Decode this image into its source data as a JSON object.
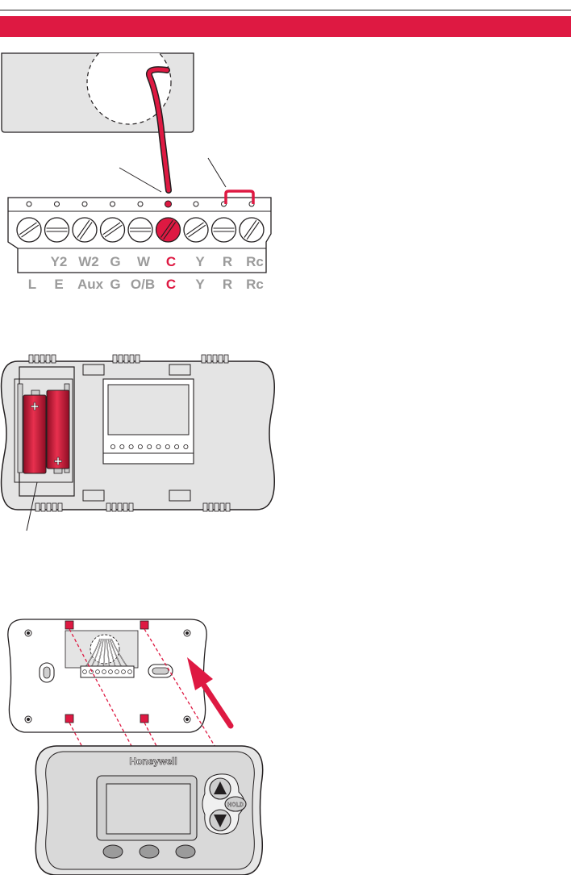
{
  "colors": {
    "accent_red": "#de1942",
    "panel_gray": "#e4e4e4",
    "label_gray": "#9b9b9b",
    "outline": "#231f20"
  },
  "terminal_block": {
    "top_row_labels": [
      "Y2",
      "W2",
      "G",
      "W",
      "C",
      "Y",
      "R",
      "Rc"
    ],
    "bottom_row_labels": [
      "L",
      "E",
      "Aux",
      "G",
      "O/B",
      "C",
      "Y",
      "R",
      "Rc"
    ],
    "highlight_label": "C"
  },
  "thermostat": {
    "brand_name": "Honeywell",
    "hold_button_label": "HOLD"
  },
  "icons": [
    "battery-icon",
    "up-arrow-icon",
    "down-arrow-icon",
    "direction-arrow-icon"
  ]
}
